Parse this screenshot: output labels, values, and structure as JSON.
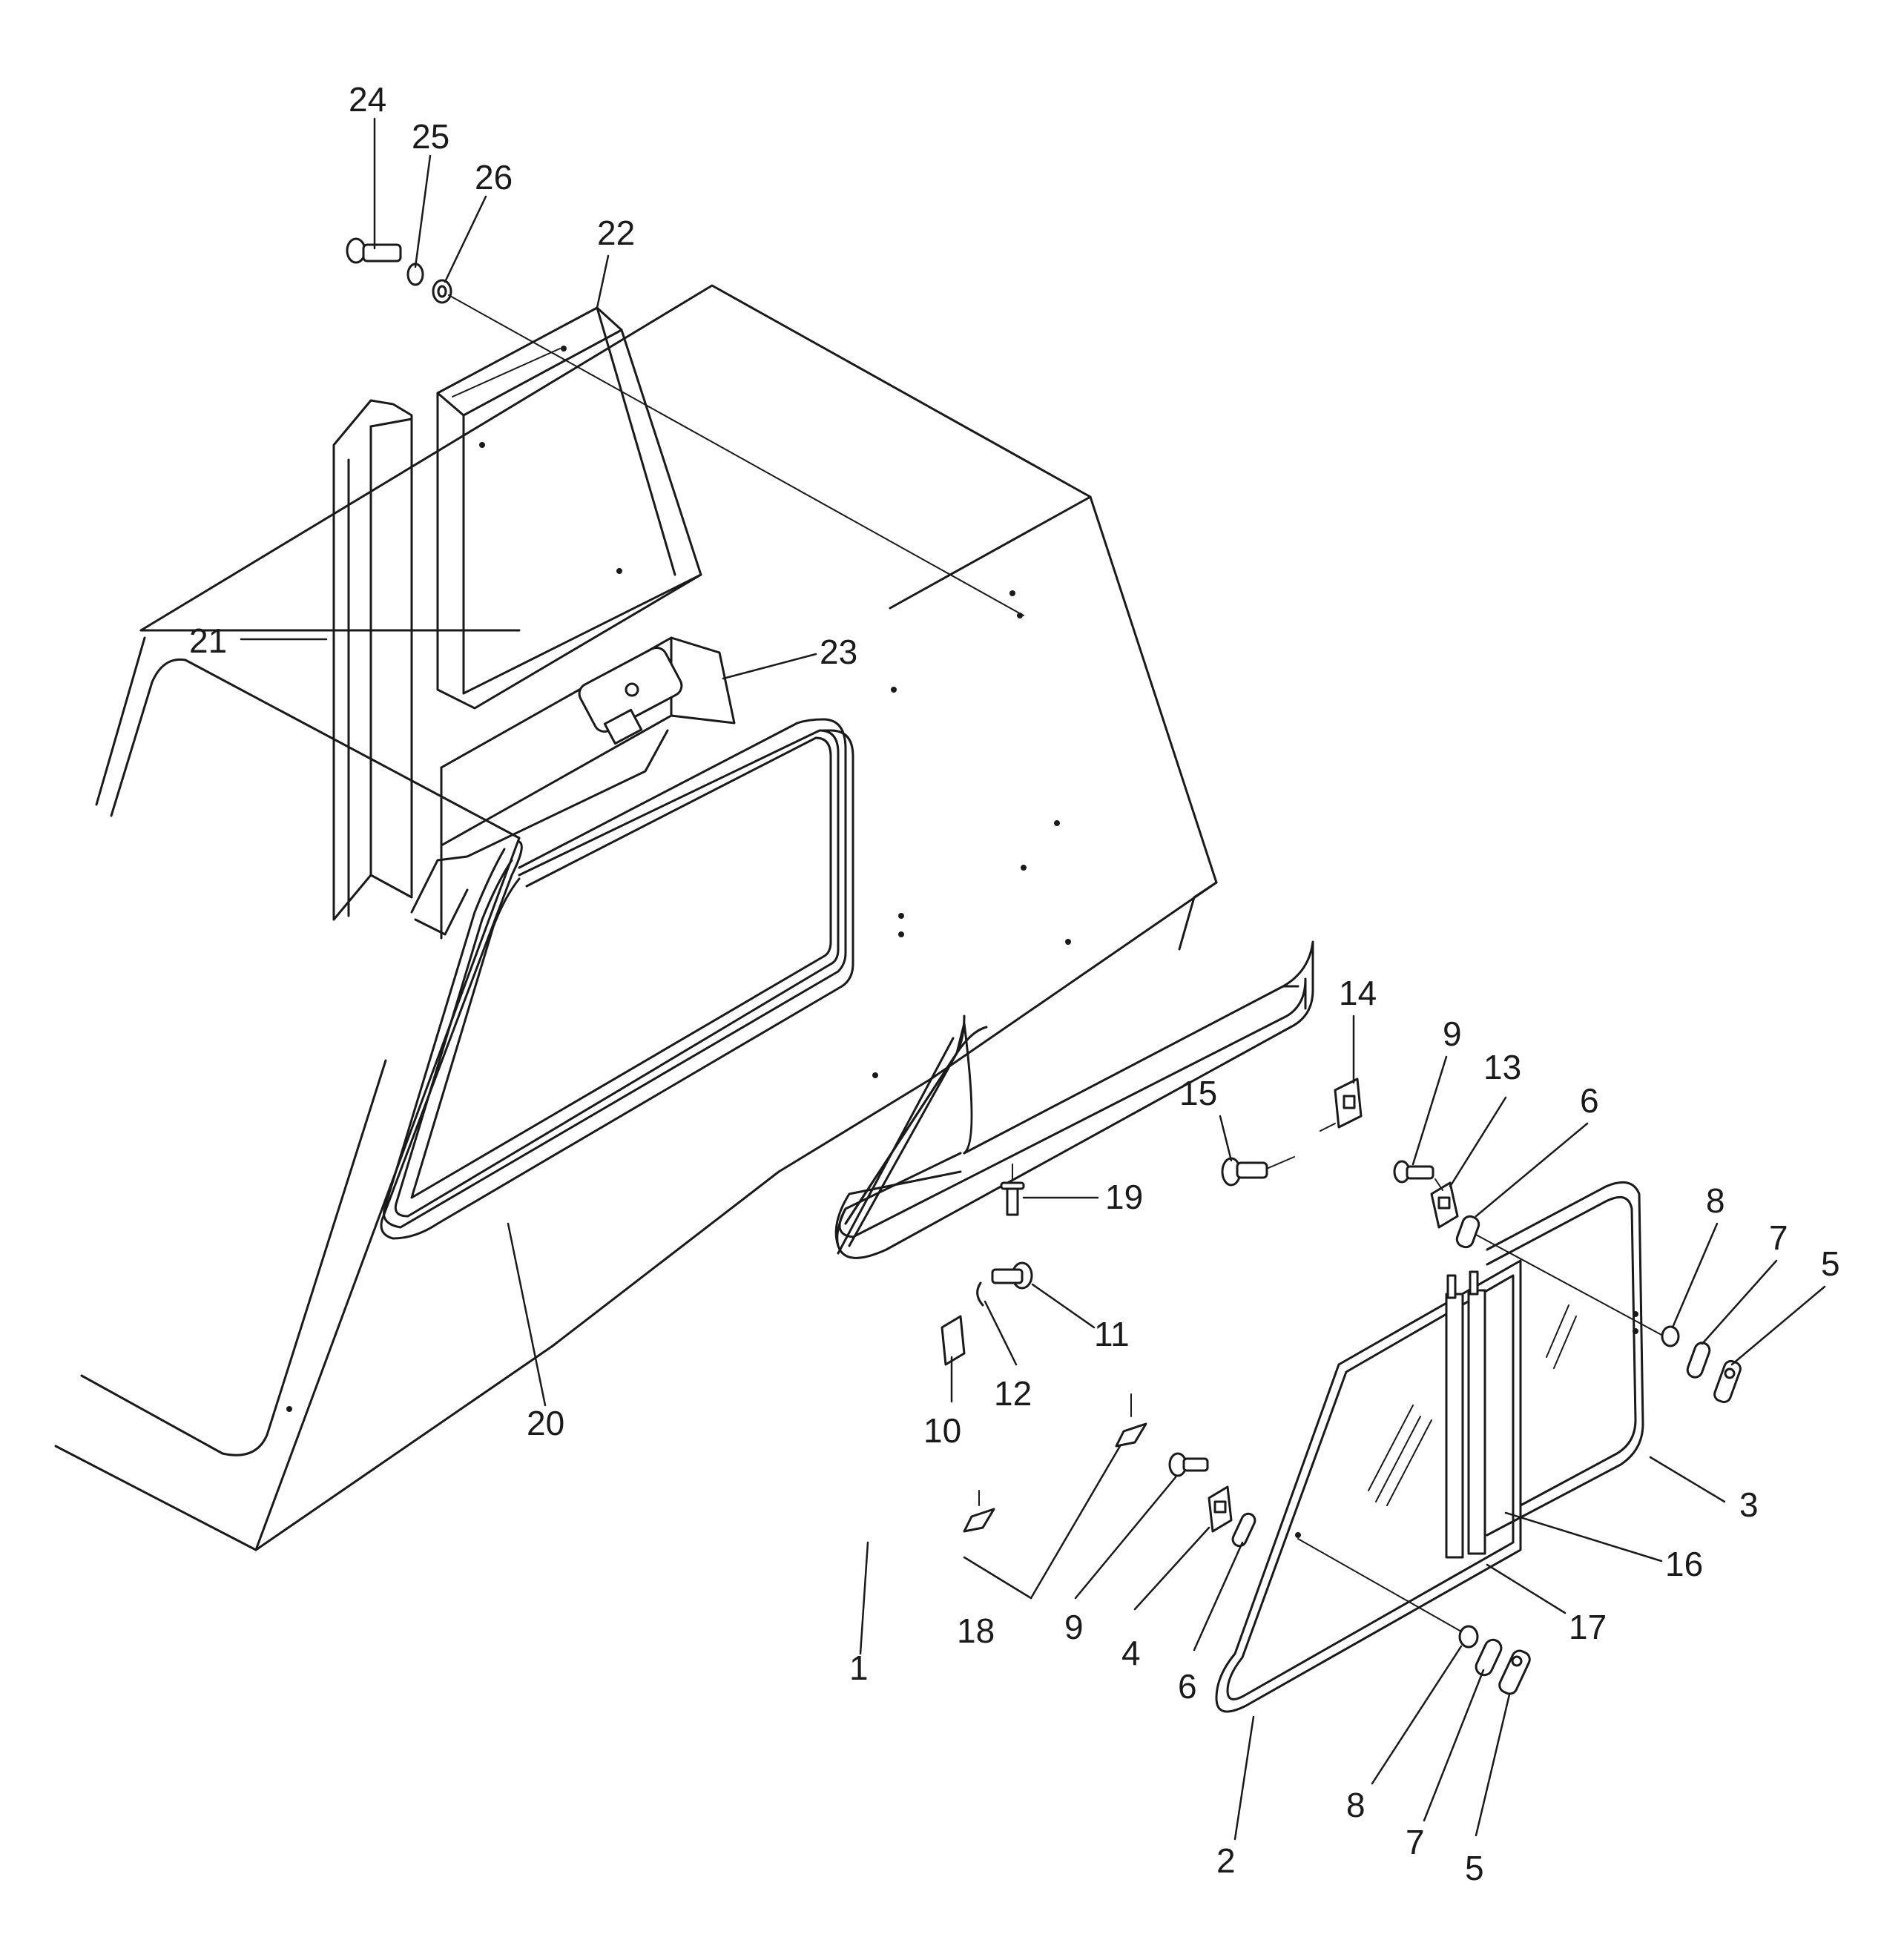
{
  "callouts": [
    {
      "id": "24",
      "text": "24"
    },
    {
      "id": "25",
      "text": "25"
    },
    {
      "id": "26",
      "text": "26"
    },
    {
      "id": "22",
      "text": "22"
    },
    {
      "id": "21",
      "text": "21"
    },
    {
      "id": "23",
      "text": "23"
    },
    {
      "id": "20",
      "text": "20"
    },
    {
      "id": "14",
      "text": "14"
    },
    {
      "id": "9a",
      "text": "9"
    },
    {
      "id": "13",
      "text": "13"
    },
    {
      "id": "6a",
      "text": "6"
    },
    {
      "id": "15",
      "text": "15"
    },
    {
      "id": "19",
      "text": "19"
    },
    {
      "id": "8a",
      "text": "8"
    },
    {
      "id": "7a",
      "text": "7"
    },
    {
      "id": "5a",
      "text": "5"
    },
    {
      "id": "11",
      "text": "11"
    },
    {
      "id": "12",
      "text": "12"
    },
    {
      "id": "10",
      "text": "10"
    },
    {
      "id": "3",
      "text": "3"
    },
    {
      "id": "16",
      "text": "16"
    },
    {
      "id": "17",
      "text": "17"
    },
    {
      "id": "1",
      "text": "1"
    },
    {
      "id": "18",
      "text": "18"
    },
    {
      "id": "9b",
      "text": "9"
    },
    {
      "id": "4",
      "text": "4"
    },
    {
      "id": "6b",
      "text": "6"
    },
    {
      "id": "8b",
      "text": "8"
    },
    {
      "id": "7b",
      "text": "7"
    },
    {
      "id": "5b",
      "text": "5"
    },
    {
      "id": "2",
      "text": "2"
    }
  ]
}
